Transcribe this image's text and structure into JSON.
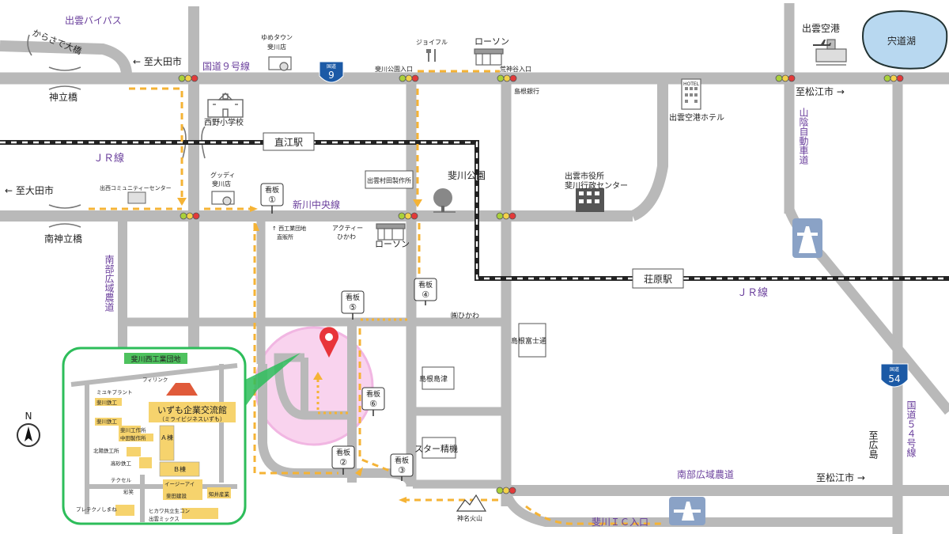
{
  "labels": {
    "izumo_bypass": "出雲バイパス",
    "karasade_bridge": "からさで大橋",
    "to_ota_1": "← 至大田市",
    "route9": "国道９号線",
    "kandachi_bridge": "神立橋",
    "youme_town": "ゆめタウン",
    "youme_town_2": "斐川店",
    "joyful": "ジョイフル",
    "lawson_top": "ローソン",
    "hikawa_koen_iriguchi": "斐川公園入口",
    "arajindani_iriguchi": "荒神谷入口",
    "shimane_bank": "島根銀行",
    "nishino_school": "西野小学校",
    "izumo_airport": "出雲空港",
    "shinji_lake": "宍道湖",
    "airport_hotel": "出雲空港ホテル",
    "to_matsue_1": "至松江市 →",
    "naoe_station": "直江駅",
    "jr_line_1": "ＪＲ線",
    "guddy": "グッディ",
    "guddy_2": "斐川店",
    "murata": "出雲村田製作所",
    "hikawa_park": "斐川公園",
    "city_office": "出雲市役所",
    "city_office_2": "斐川行政センター",
    "sanin_road": "山陰自動車道",
    "to_ota_2": "← 至大田市",
    "community_center": "出西コミュニティーセンター",
    "shinkawa_line": "新川中央線",
    "minami_kandachi_bridge": "南神立橋",
    "nishi_danchi": "↑ 西工業団地",
    "nishi_danchi_2": "直販所",
    "activity": "アクティー",
    "activity_2": "ひかわ",
    "lawson_mid": "ローソン",
    "shohara_station": "荘原駅",
    "jr_line_2": "ＪＲ線",
    "nanbu_nodo_v": "南部広域農道",
    "hikawa_store": "㈱ひかわ",
    "shimane_fuji": "島根富士通",
    "shimane_shima": "島根島津",
    "star": "スター精機",
    "route54_v": "国道５４号線",
    "to_hiroshima": "至広島",
    "to_matsue_2": "至松江市 →",
    "nanbu_nodo_h": "南部広域農道",
    "kanna_mountain": "神名火山",
    "hikawa_ic": "斐川ＩＣ入口",
    "north": "N",
    "route9_shield": "9",
    "route54_shield": "54",
    "shield_kokudo": "国道",
    "hotel_sign": "HOTEL"
  },
  "signboards": [
    {
      "label": "看板",
      "num": "①"
    },
    {
      "label": "看板",
      "num": "②"
    },
    {
      "label": "看板",
      "num": "③"
    },
    {
      "label": "看板",
      "num": "④"
    },
    {
      "label": "看板",
      "num": "⑤"
    },
    {
      "label": "看板",
      "num": "⑥"
    }
  ],
  "inset": {
    "title": "斐川西工業団地",
    "venue": "いずも企業交流館",
    "venue_sub": "（ミライビジネスいずも）",
    "companies": [
      "フィリンク",
      "ミユキプラント",
      "斐川鉄工",
      "斐川鉄工",
      "斐川工作所",
      "中田製作所",
      "北陽鉄工所",
      "高砂鉄工",
      "テクセル",
      "彩笑",
      "イージーアイ",
      "斐田建設",
      "知井産業",
      "プレテクノしまね",
      "ヒカワ共立生コン",
      "出雲ミックス",
      "Ａ棟",
      "Ｂ棟"
    ]
  },
  "colors": {
    "road": "#b9b9b9",
    "route_arrow": "#f5b335",
    "purple_text": "#6a3f9c",
    "inset_border": "#2dbd5a",
    "highlight": "#f9d3ee",
    "pin": "#e8343a",
    "yellow_box": "#f6d36d",
    "green_label": "#4ec25e"
  }
}
